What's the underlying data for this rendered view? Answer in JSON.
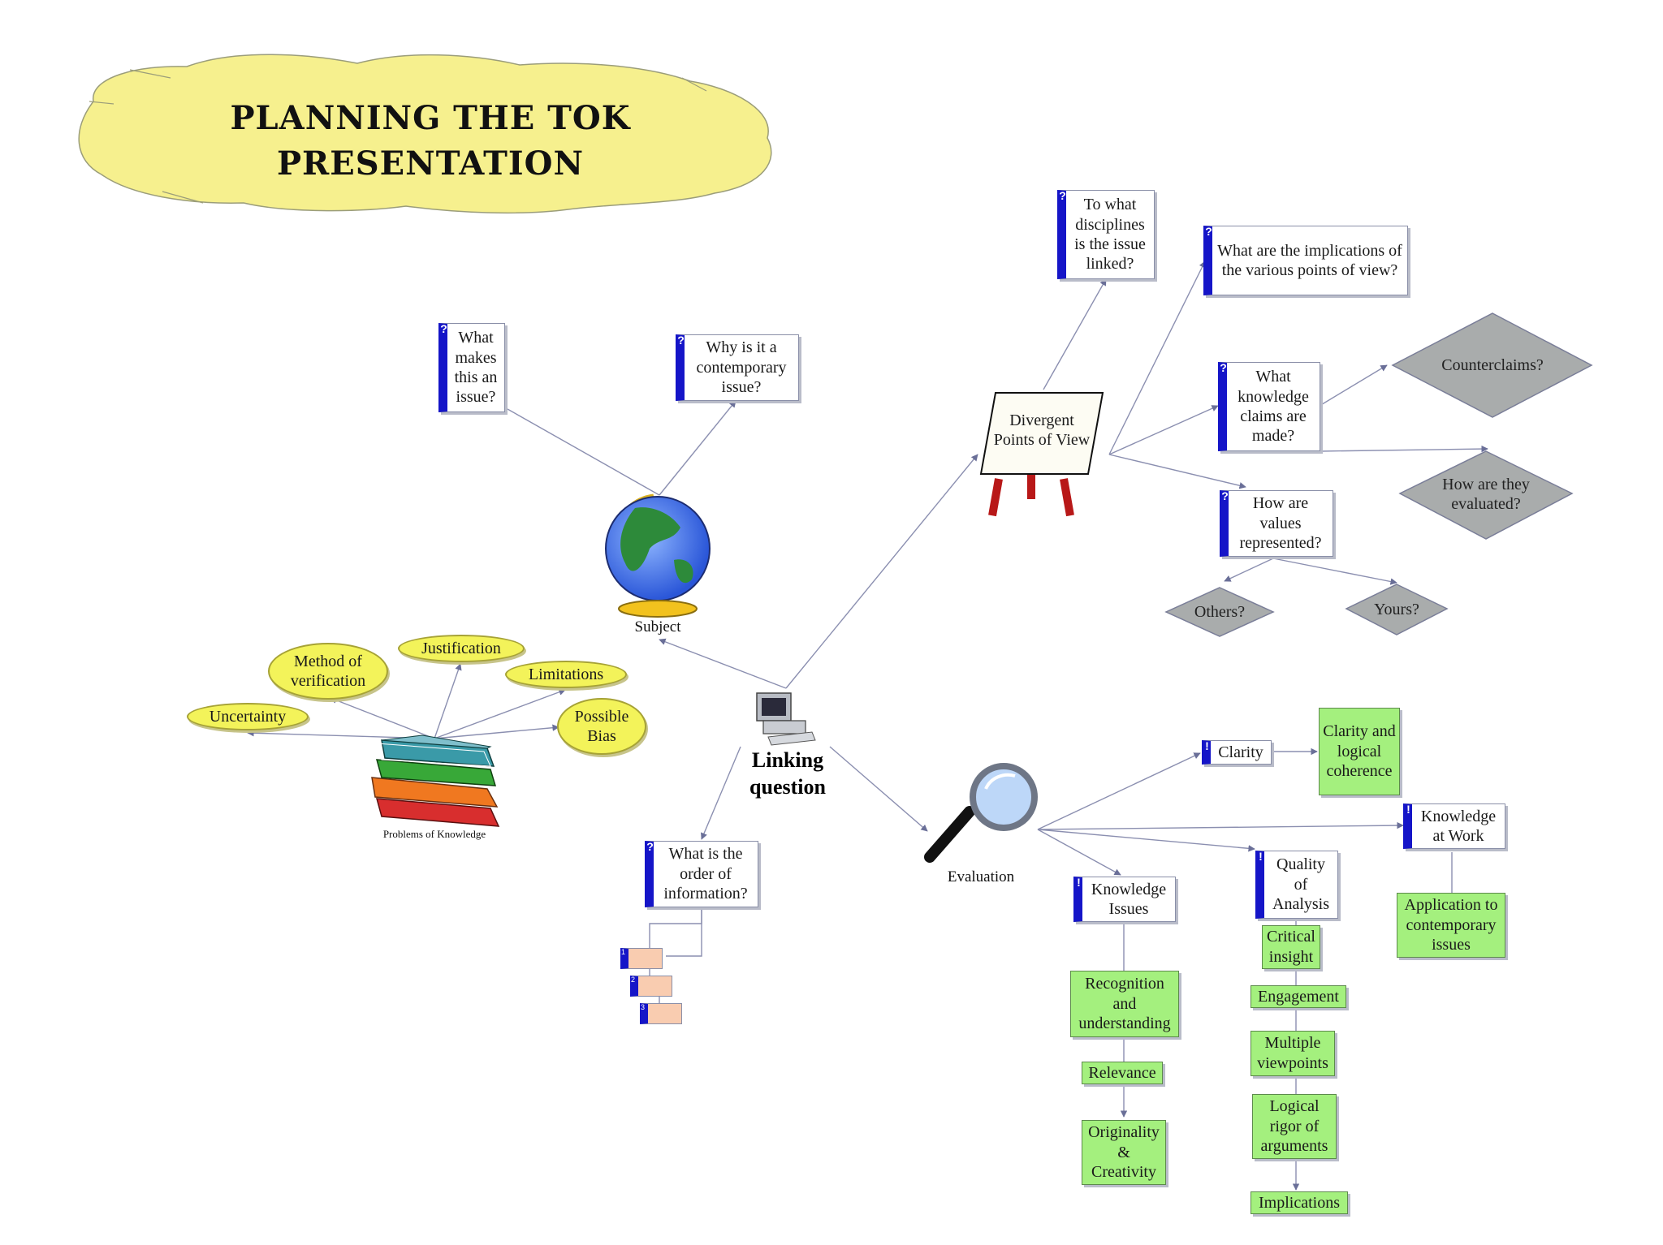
{
  "title": {
    "line1": "PLANNING THE TOK",
    "line2": "PRESENTATION"
  },
  "center": {
    "label": "Linking question"
  },
  "subject": {
    "label": "Subject",
    "questions": [
      "What makes this an issue?",
      "Why is it a contemporary issue?"
    ]
  },
  "problems": {
    "label": "Problems of Knowledge",
    "items": [
      "Uncertainty",
      "Method of verification",
      "Justification",
      "Limitations",
      "Possible Bias"
    ]
  },
  "order": {
    "question": "What is the order of information?",
    "steps": [
      "1",
      "2",
      "3"
    ]
  },
  "divergent": {
    "label": "Divergent Points of View",
    "questions": [
      "To what disciplines is the issue linked?",
      "What are the implications of the various points of view?",
      "What knowledge claims are made?",
      "How are values represented?"
    ],
    "diamonds": [
      "Counterclaims?",
      "How are they evaluated?",
      "Others?",
      "Yours?"
    ]
  },
  "evaluation": {
    "label": "Evaluation",
    "mark": "!",
    "clarity": {
      "label": "Clarity",
      "detail": "Clarity and logical coherence"
    },
    "knowledge_at_work": {
      "label": "Knowledge at Work",
      "detail": "Application to contemporary issues"
    },
    "knowledge_issues": {
      "label": "Knowledge Issues",
      "details": [
        "Recognition and understanding",
        "Relevance",
        "Originality & Creativity"
      ]
    },
    "quality": {
      "label": "Quality of Analysis",
      "details": [
        "Critical insight",
        "Engagement",
        "Multiple viewpoints",
        "Logical rigor of arguments",
        "Implications"
      ]
    }
  },
  "colors": {
    "question_bar": "#1515c8",
    "green_box": "#a4f07e",
    "yellow_ellipse": "#f3f35a",
    "cloud": "#f6f08e",
    "diamond": "#a9acac",
    "line": "#8b8fb0"
  }
}
